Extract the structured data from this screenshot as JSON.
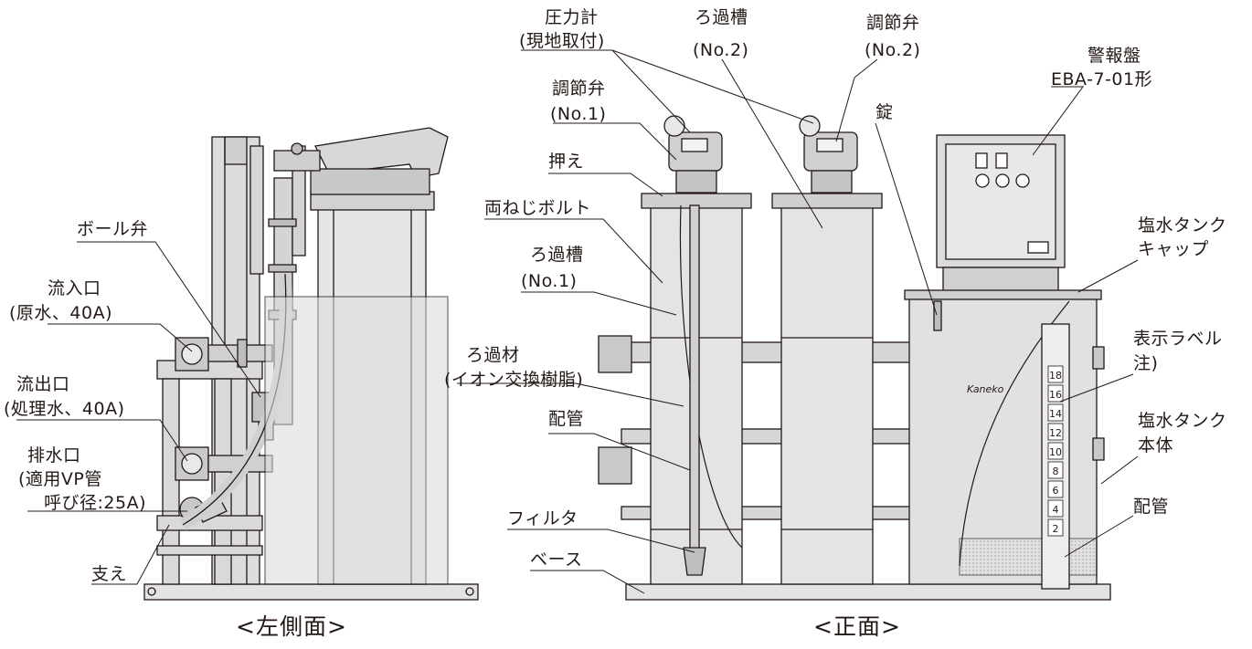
{
  "views": {
    "left": "<左側面>",
    "front": "<正面>"
  },
  "left_labels": {
    "ball_valve": "ボール弁",
    "inlet": "流入口",
    "inlet_sub": "(原水、40A)",
    "outlet": "流出口",
    "outlet_sub": "(処理水、40A)",
    "drain": "排水口",
    "drain_sub1": "(適用VP管",
    "drain_sub2": "呼び径:25A)",
    "support": "支え"
  },
  "front_labels": {
    "pressure_gauge": "圧力計",
    "pressure_gauge_sub": "(現地取付)",
    "filter_tank2": "ろ過槽",
    "filter_tank2_sub": "(No.2)",
    "control_valve2": "調節弁",
    "control_valve2_sub": "(No.2)",
    "alarm_panel": "警報盤",
    "alarm_panel_sub": "EBA-7-01形",
    "control_valve1": "調節弁",
    "control_valve1_sub": "(No.1)",
    "lock": "錠",
    "holder": "押え",
    "stud_bolt": "両ねじボルト",
    "brine_cap": "塩水タンク",
    "brine_cap_sub": "キャップ",
    "filter_tank1": "ろ過槽",
    "filter_tank1_sub": "(No.1)",
    "display_label": "表示ラベル",
    "display_label_sub": "注)",
    "filter_media": "ろ過材",
    "filter_media_sub": "(イオン交換樹脂)",
    "piping1": "配管",
    "brine_body": "塩水タンク",
    "brine_body_sub": "本体",
    "piping2": "配管",
    "filter": "フィルタ",
    "base": "ベース"
  },
  "scale_marks": [
    "18",
    "16",
    "14",
    "12",
    "10",
    "8",
    "6",
    "4",
    "2"
  ],
  "brand": "Kaneko"
}
